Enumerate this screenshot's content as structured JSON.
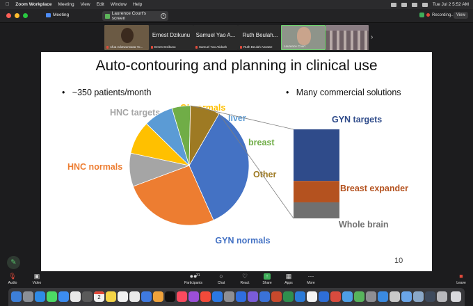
{
  "menubar": {
    "app": "Zoom Workplace",
    "items": [
      "Meeting",
      "View",
      "Edit",
      "Window",
      "Help"
    ],
    "datetime": "Tue Jul 2  5:52 AM"
  },
  "window": {
    "meeting_label": "Meeting",
    "screen_label": "Laurence Court's screen",
    "recording_label": "Recording...",
    "view_label": "View"
  },
  "participants": [
    {
      "big": "",
      "small": "Afua Adutwumwaa Yo..."
    },
    {
      "big": "Ernest Dzikunu",
      "small": "Ernest Dzikunu"
    },
    {
      "big": "Samuel Yao A...",
      "small": "Samuel Yao Atidzah"
    },
    {
      "big": "Ruth Beulah...",
      "small": "Ruth Beulah Awotwe"
    },
    {
      "big": "",
      "small": "Laurence Court"
    },
    {
      "big": "",
      "small": ""
    }
  ],
  "slide": {
    "title": "Auto-contouring and planning in clinical use",
    "bullet_left": "~350 patients/month",
    "bullet_right": "Many commercial solutions",
    "page_number": "10"
  },
  "chart_data": [
    {
      "type": "pie",
      "slices": [
        {
          "label": "GYN normals",
          "value": 35,
          "color": "#4472c4"
        },
        {
          "label": "HNC normals",
          "value": 26,
          "color": "#ed7d31"
        },
        {
          "label": "HNC targets",
          "value": 9,
          "color": "#a5a5a5"
        },
        {
          "label": "GI normals",
          "value": 9,
          "color": "#ffc000"
        },
        {
          "label": "liver",
          "value": 8,
          "color": "#5b9bd5"
        },
        {
          "label": "breast",
          "value": 5,
          "color": "#70ad47"
        },
        {
          "label": "Other",
          "value": 8,
          "color": "#9e7a23"
        }
      ]
    },
    {
      "type": "bar",
      "stacked": true,
      "series": [
        {
          "name": "GYN targets",
          "value": 58,
          "color": "#2f4b8a"
        },
        {
          "name": "Breast expander",
          "value": 24,
          "color": "#b4521f"
        },
        {
          "name": "Whole brain",
          "value": 18,
          "color": "#707070"
        }
      ]
    }
  ],
  "toolbar": {
    "audio": "Audio",
    "video": "Video",
    "participants": "Participants",
    "participants_count": "31",
    "chat": "Chat",
    "react": "React",
    "share": "Share",
    "apps": "Apps",
    "more": "More",
    "leave": "Leave"
  },
  "dock": {
    "calendar_day": "2"
  }
}
